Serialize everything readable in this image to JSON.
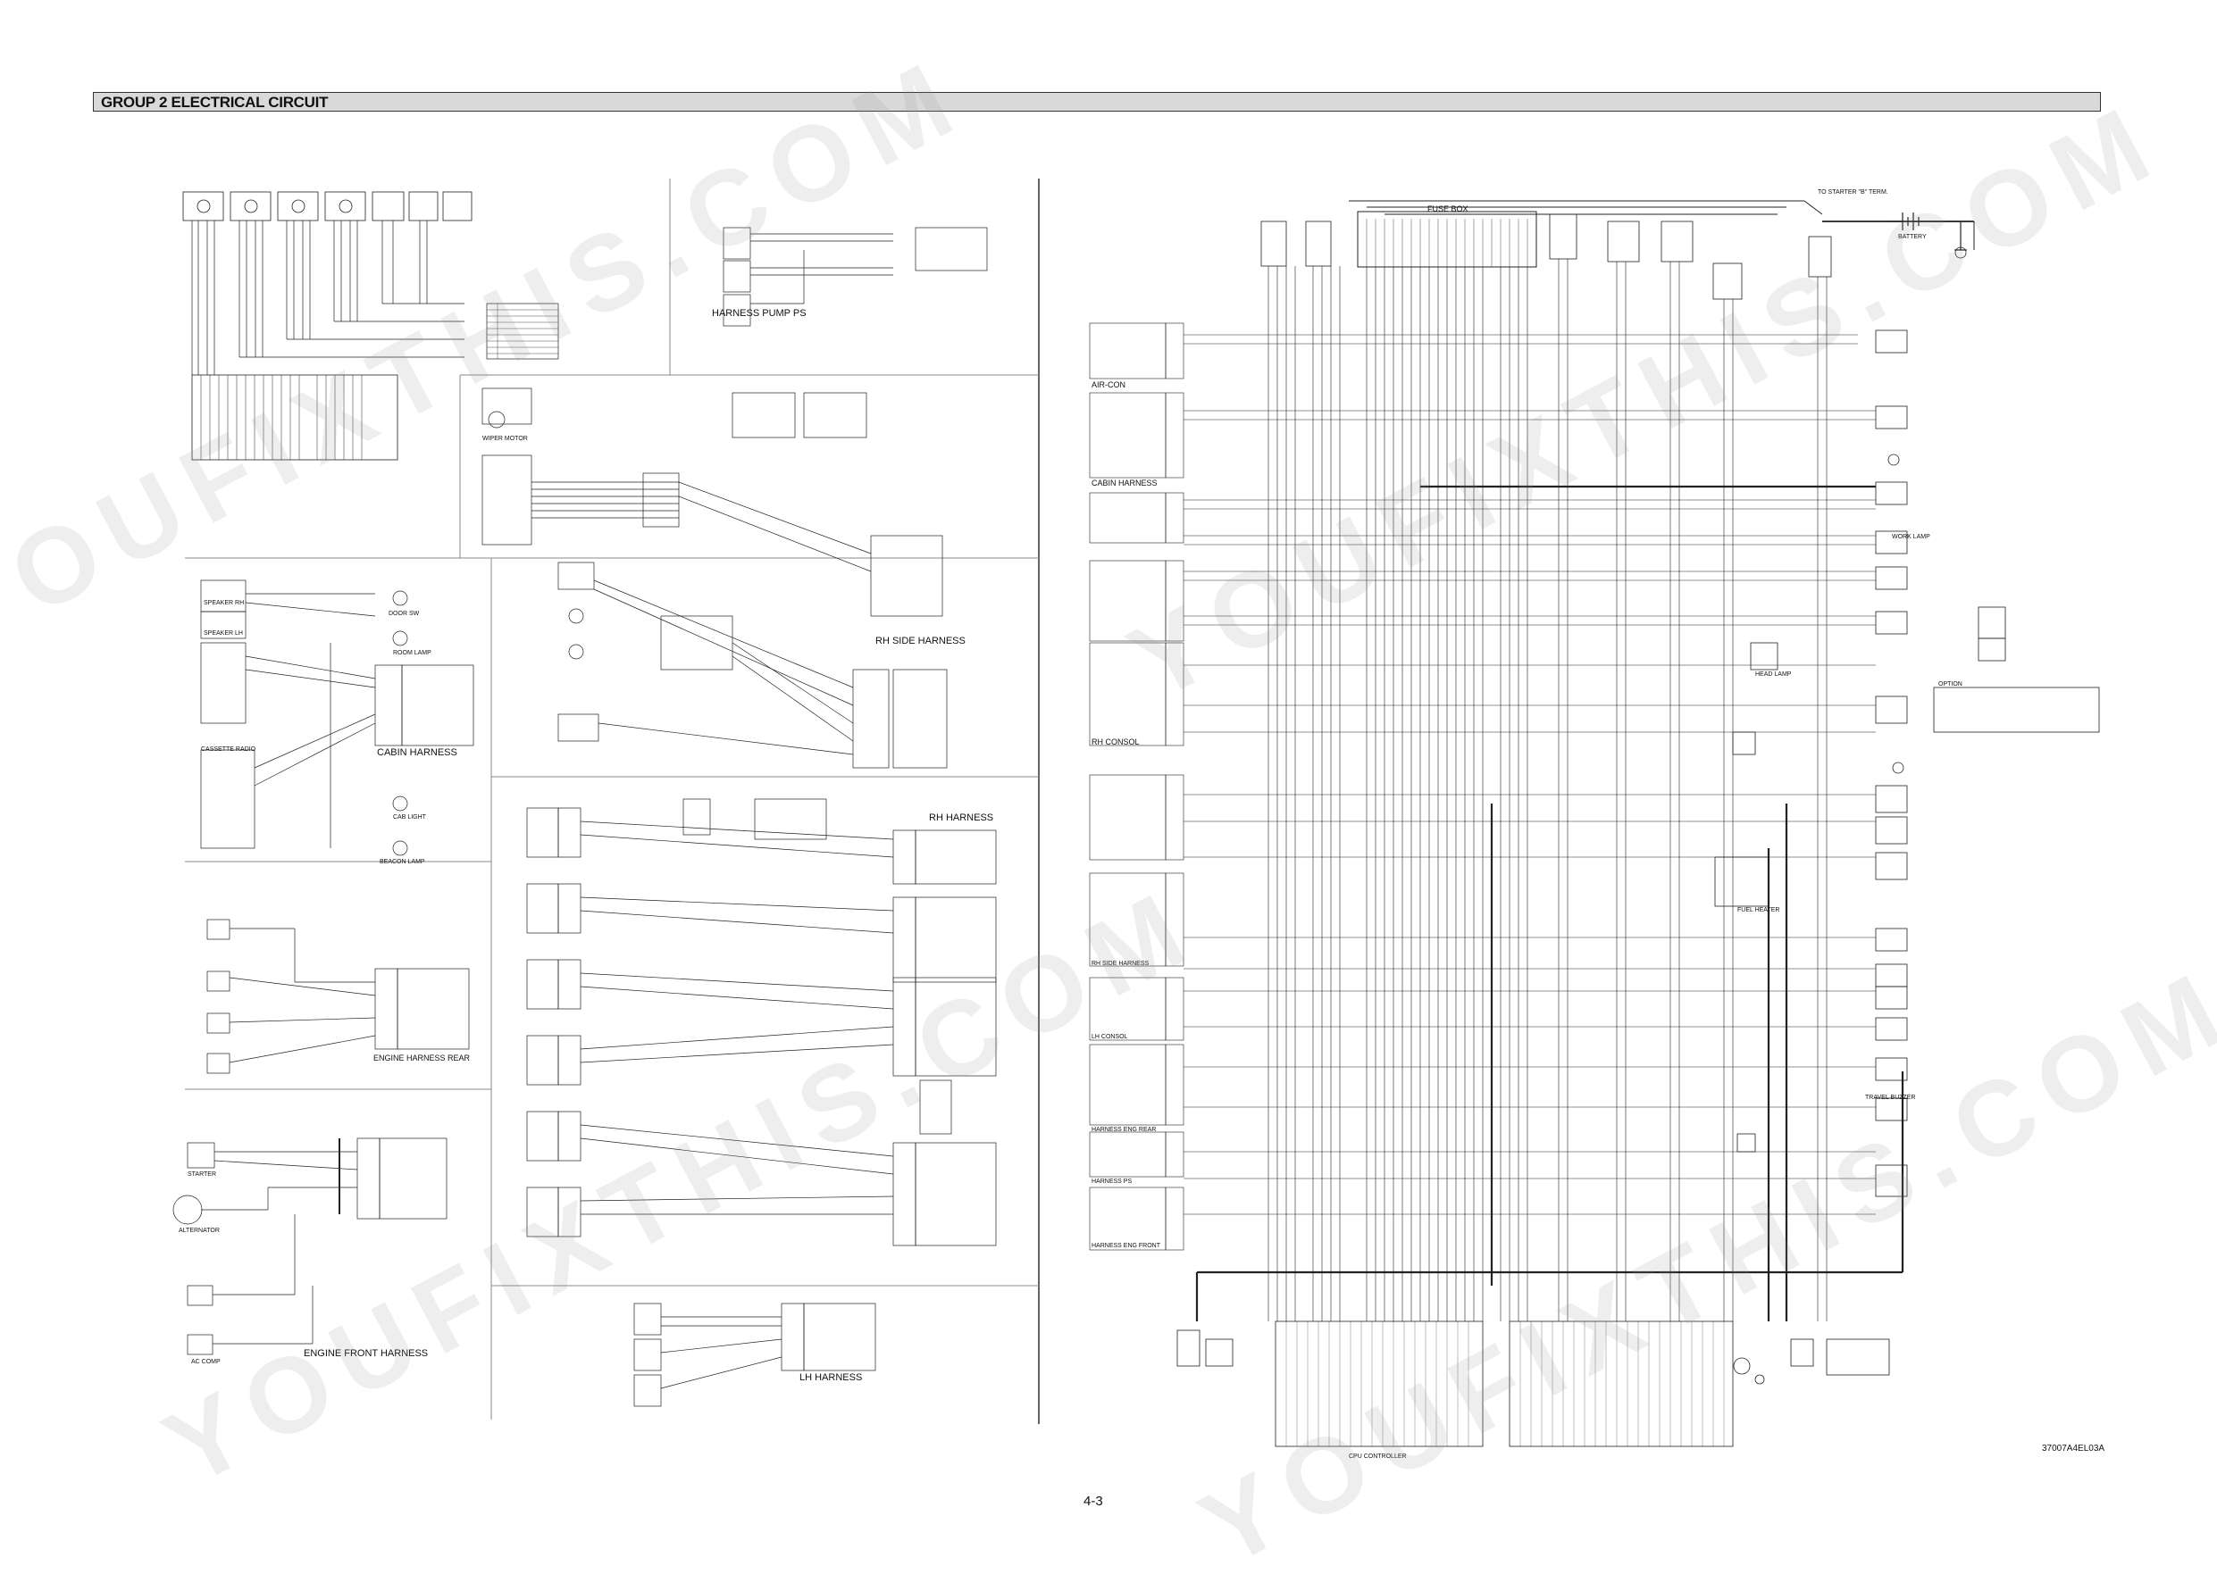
{
  "header": {
    "title": "GROUP  2  ELECTRICAL CIRCUIT"
  },
  "footer": {
    "page_number": "4-3",
    "drawing_code": "37007A4EL03A"
  },
  "sections": {
    "harness_pump_ps": "HARNESS PUMP PS",
    "rh_side_harness": "RH SIDE HARNESS",
    "cabin_harness": "CABIN HARNESS",
    "rh_harness": "RH HARNESS",
    "engine_harness_rear": "ENGINE HARNESS REAR",
    "engine_front_harness": "ENGINE FRONT HARNESS",
    "lh_harness": "LH HARNESS",
    "fuse_box": "FUSE BOX",
    "air_con": "AIR-CON",
    "cabin_harness_right": "CABIN HARNESS",
    "rh_consol": "RH CONSOL",
    "rh_side_harness_right": "RH SIDE HARNESS",
    "lh_consol": "LH CONSOL",
    "harness_eng_rear": "HARNESS ENG REAR",
    "harness_ps": "HARNESS PS",
    "harness_eng_front": "HARNESS ENG FRONT",
    "cpu_controller": "CPU CONTROLLER",
    "option": "OPTION"
  },
  "components": {
    "wiper_motor": "WIPER MOTOR",
    "speaker_rh": "SPEAKER RH",
    "speaker_lh": "SPEAKER LH",
    "door_sw": "DOOR SW",
    "room_lamp": "ROOM LAMP",
    "cab_light": "CAB LIGHT",
    "beacon_lamp": "BEACON LAMP",
    "cassette_radio": "CASSETTE RADIO",
    "starter": "STARTER",
    "alternator": "ALTERNATOR",
    "ac_comp": "AC COMP",
    "travel_buzzer": "TRAVEL BUZZER",
    "fuel_heater": "FUEL HEATER",
    "head_lamp": "HEAD LAMP",
    "work_lamp": "WORK LAMP",
    "battery": "BATTERY",
    "to_starter_b_term": "TO STARTER \"B\" TERM."
  },
  "watermark": {
    "text": "YOUFIXTHIS.COM"
  }
}
